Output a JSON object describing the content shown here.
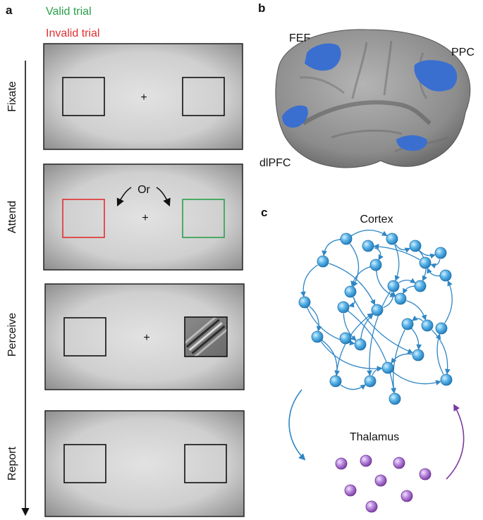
{
  "panels": {
    "a": "a",
    "b": "b",
    "c": "c"
  },
  "legend": {
    "valid": "Valid trial",
    "invalid": "Invalid trial",
    "valid_color": "#2aa04a",
    "invalid_color": "#e03030"
  },
  "stages": [
    "Fixate",
    "Attend",
    "Perceive",
    "Report"
  ],
  "screens": {
    "fixation_symbol": "+",
    "or_label": "Or"
  },
  "brain": {
    "regions": [
      "FEF",
      "PPC",
      "dlPFC"
    ],
    "highlight_color": "#3a6fd0"
  },
  "network": {
    "cortex_label": "Cortex",
    "thalamus_label": "Thalamus",
    "cortex_node_color": "#4aa6e0",
    "thalamus_node_color": "#a86ad0",
    "arrow_color": "#2f86c6",
    "return_arrow_color": "#7a3aa0"
  }
}
